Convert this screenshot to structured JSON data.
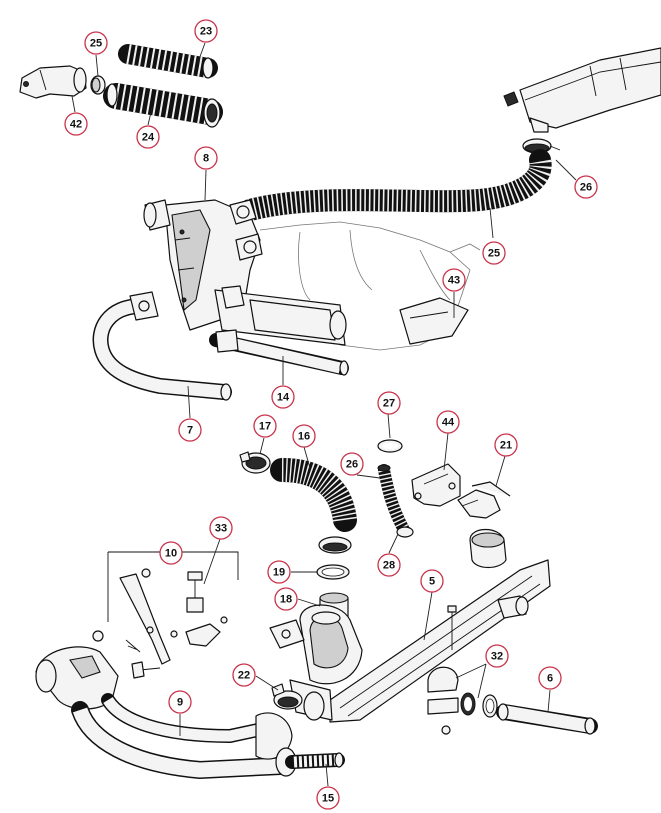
{
  "callouts": [
    {
      "id": "c-23",
      "label": "23"
    },
    {
      "id": "c-25a",
      "label": "25"
    },
    {
      "id": "c-42",
      "label": "42"
    },
    {
      "id": "c-24",
      "label": "24"
    },
    {
      "id": "c-8",
      "label": "8"
    },
    {
      "id": "c-26a",
      "label": "26"
    },
    {
      "id": "c-25b",
      "label": "25"
    },
    {
      "id": "c-43",
      "label": "43"
    },
    {
      "id": "c-14",
      "label": "14"
    },
    {
      "id": "c-7",
      "label": "7"
    },
    {
      "id": "c-27",
      "label": "27"
    },
    {
      "id": "c-44",
      "label": "44"
    },
    {
      "id": "c-17",
      "label": "17"
    },
    {
      "id": "c-16",
      "label": "16"
    },
    {
      "id": "c-26b",
      "label": "26"
    },
    {
      "id": "c-21",
      "label": "21"
    },
    {
      "id": "c-33",
      "label": "33"
    },
    {
      "id": "c-10",
      "label": "10"
    },
    {
      "id": "c-28",
      "label": "28"
    },
    {
      "id": "c-19",
      "label": "19"
    },
    {
      "id": "c-5",
      "label": "5"
    },
    {
      "id": "c-18",
      "label": "18"
    },
    {
      "id": "c-32",
      "label": "32"
    },
    {
      "id": "c-22",
      "label": "22"
    },
    {
      "id": "c-6",
      "label": "6"
    },
    {
      "id": "c-9",
      "label": "9"
    },
    {
      "id": "c-15",
      "label": "15"
    }
  ],
  "colors": {
    "callout_ring": "#c8334a",
    "line": "#111111",
    "part_fill": "#f4f4f4"
  }
}
